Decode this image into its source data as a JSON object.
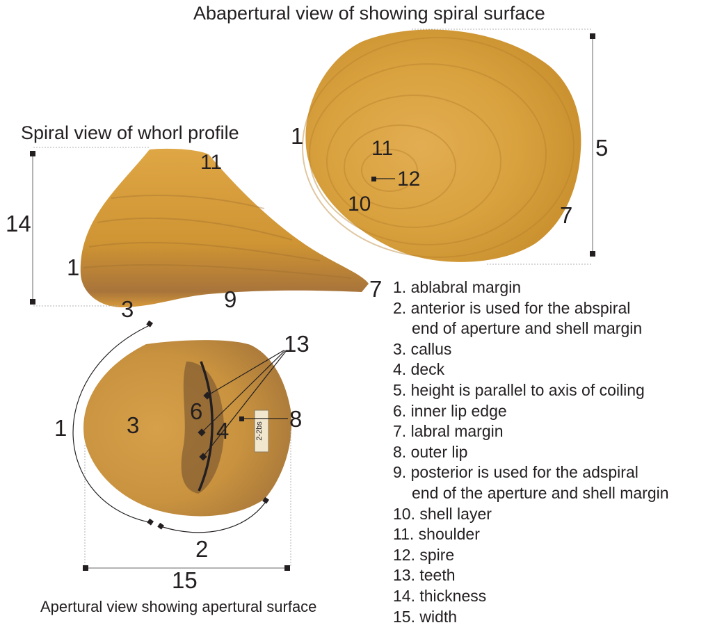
{
  "titles": {
    "abapertural": "Abapertural view of showing spiral surface",
    "spiral": "Spiral view of whorl profile",
    "apertural": "Apertural view showing apertural surface"
  },
  "specimen_tag": "2-2bs",
  "labels": {
    "top": {
      "ablabral": "1",
      "height": "5",
      "shoulder": "11",
      "spire": "12",
      "shell_layer": "10",
      "labral": "7"
    },
    "middle": {
      "shoulder": "11",
      "thickness": "14",
      "ablabral": "1",
      "callus": "3",
      "posterior": "9",
      "labral": "7"
    },
    "bottom": {
      "teeth": "13",
      "ablabral": "1",
      "callus": "3",
      "inner_lip": "6",
      "deck": "4",
      "outer_lip": "8",
      "anterior": "2",
      "width": "15"
    }
  },
  "legend": [
    {
      "text": "1. ablabral margin"
    },
    {
      "text": "2. anterior is used for the abspiral",
      "cont": "end of aperture and shell margin"
    },
    {
      "text": "3. callus"
    },
    {
      "text": "4. deck"
    },
    {
      "text": "5. height is parallel to axis of coiling"
    },
    {
      "text": "6. inner lip edge"
    },
    {
      "text": "7. labral margin"
    },
    {
      "text": "8. outer lip"
    },
    {
      "text": "9. posterior is used for the adspiral",
      "cont": "end of the aperture and shell margin"
    },
    {
      "text": "10. shell layer"
    },
    {
      "text": "11. shoulder"
    },
    {
      "text": "12. spire"
    },
    {
      "text": "13. teeth"
    },
    {
      "text": "14. thickness"
    },
    {
      "text": "15. width"
    }
  ],
  "colors": {
    "shell_light": "#e9b14a",
    "shell_mid": "#d49a34",
    "shell_dark": "#8f6230",
    "ink": "#231f20"
  }
}
